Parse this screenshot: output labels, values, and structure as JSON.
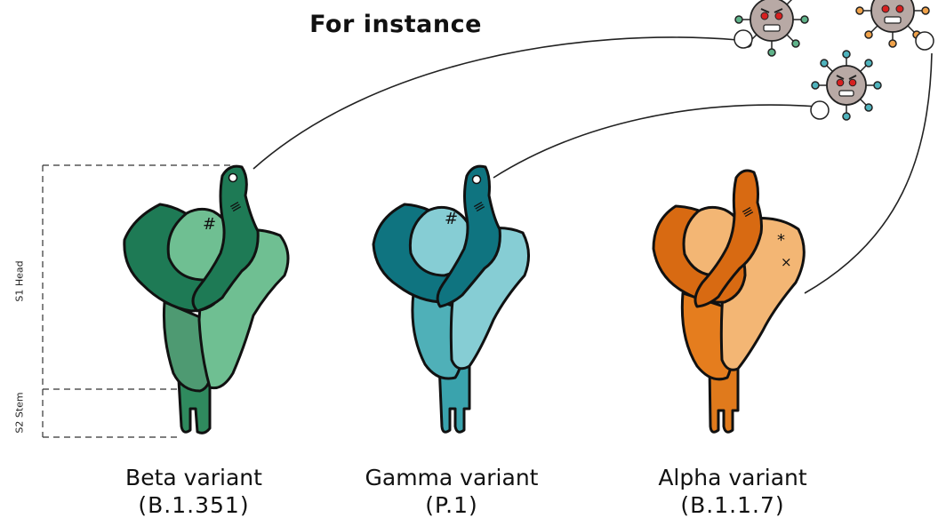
{
  "heading": "For instance",
  "axis": {
    "head_label": "S1 Head",
    "stem_label": "S2 Stem"
  },
  "variants": [
    {
      "name": "Beta variant",
      "code": "(B.1.351)",
      "colors": {
        "dark": "#1e7a55",
        "mid": "#3c9466",
        "light": "#6fbf92"
      },
      "marks": [
        "#",
        "≡"
      ]
    },
    {
      "name": "Gamma variant",
      "code": "(P.1)",
      "colors": {
        "dark": "#0f7480",
        "mid": "#3aa3ad",
        "light": "#86cdd4"
      },
      "marks": [
        "#",
        "≡"
      ]
    },
    {
      "name": "Alpha variant",
      "code": "(B.1.1.7)",
      "colors": {
        "dark": "#d86a12",
        "mid": "#e07a1c",
        "light": "#f3b674"
      },
      "marks": [
        "≡",
        "*",
        "×"
      ]
    }
  ],
  "virus_colors": {
    "grey": "#b8a9a5",
    "spike_green": "#5fb38a",
    "spike_teal": "#4fb3bd",
    "spike_orange": "#f0a24a",
    "eyes": "#d62020"
  }
}
